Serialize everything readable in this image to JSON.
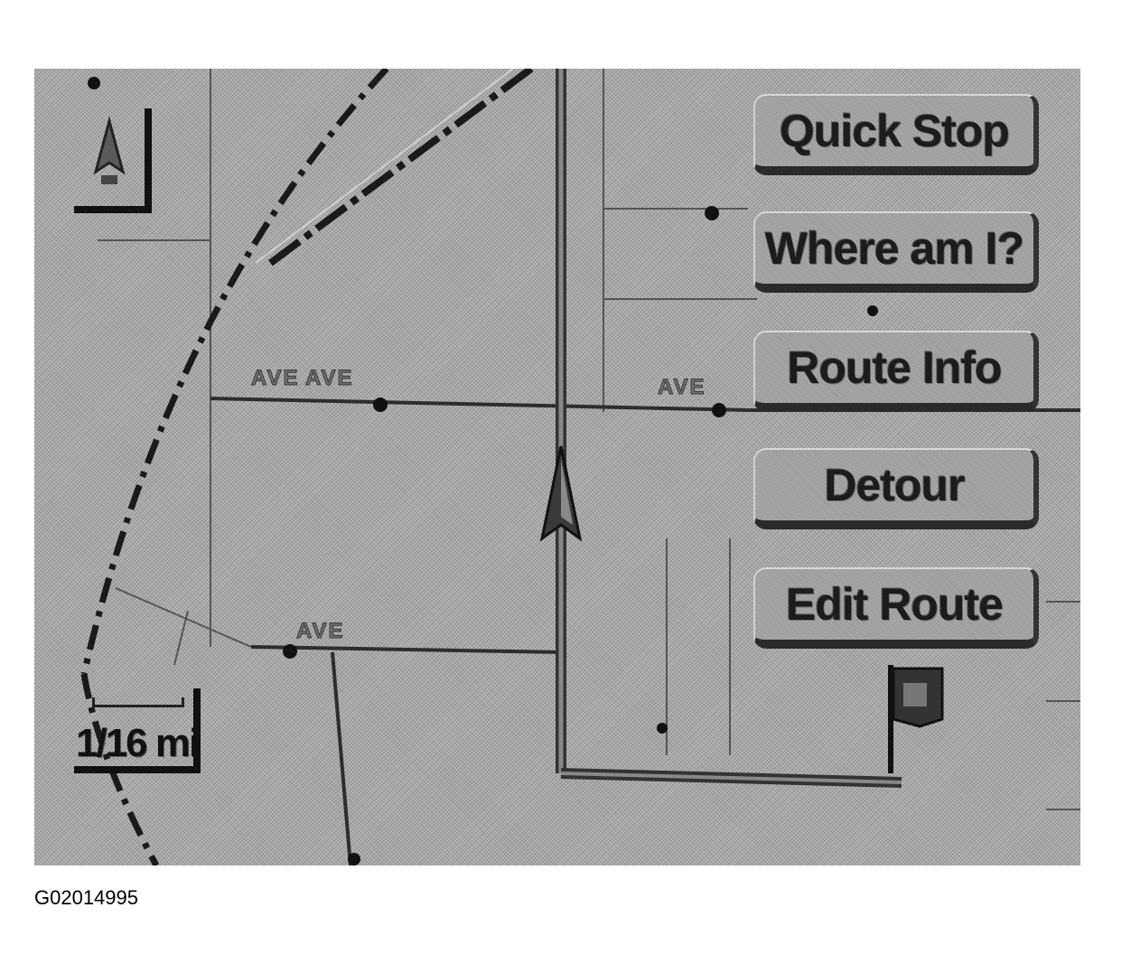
{
  "menu": {
    "quick_stop": "Quick Stop",
    "where_am_i": "Where am I?",
    "route_info": "Route Info",
    "detour": "Detour",
    "edit_route": "Edit Route"
  },
  "map": {
    "scale": "1/16 mi",
    "streets": {
      "ave_upper": "AVE",
      "ave_lower": "AVE"
    },
    "icons": {
      "vehicle": "vehicle-arrow-icon",
      "compass": "north-compass-icon",
      "destination": "destination-flag-icon"
    }
  },
  "caption": "G02014995",
  "colors": {
    "map_background": "#a9a9a9",
    "button_face": "#9c9c9c",
    "road": "#2a2a2a",
    "text": "#1c1c1c"
  }
}
